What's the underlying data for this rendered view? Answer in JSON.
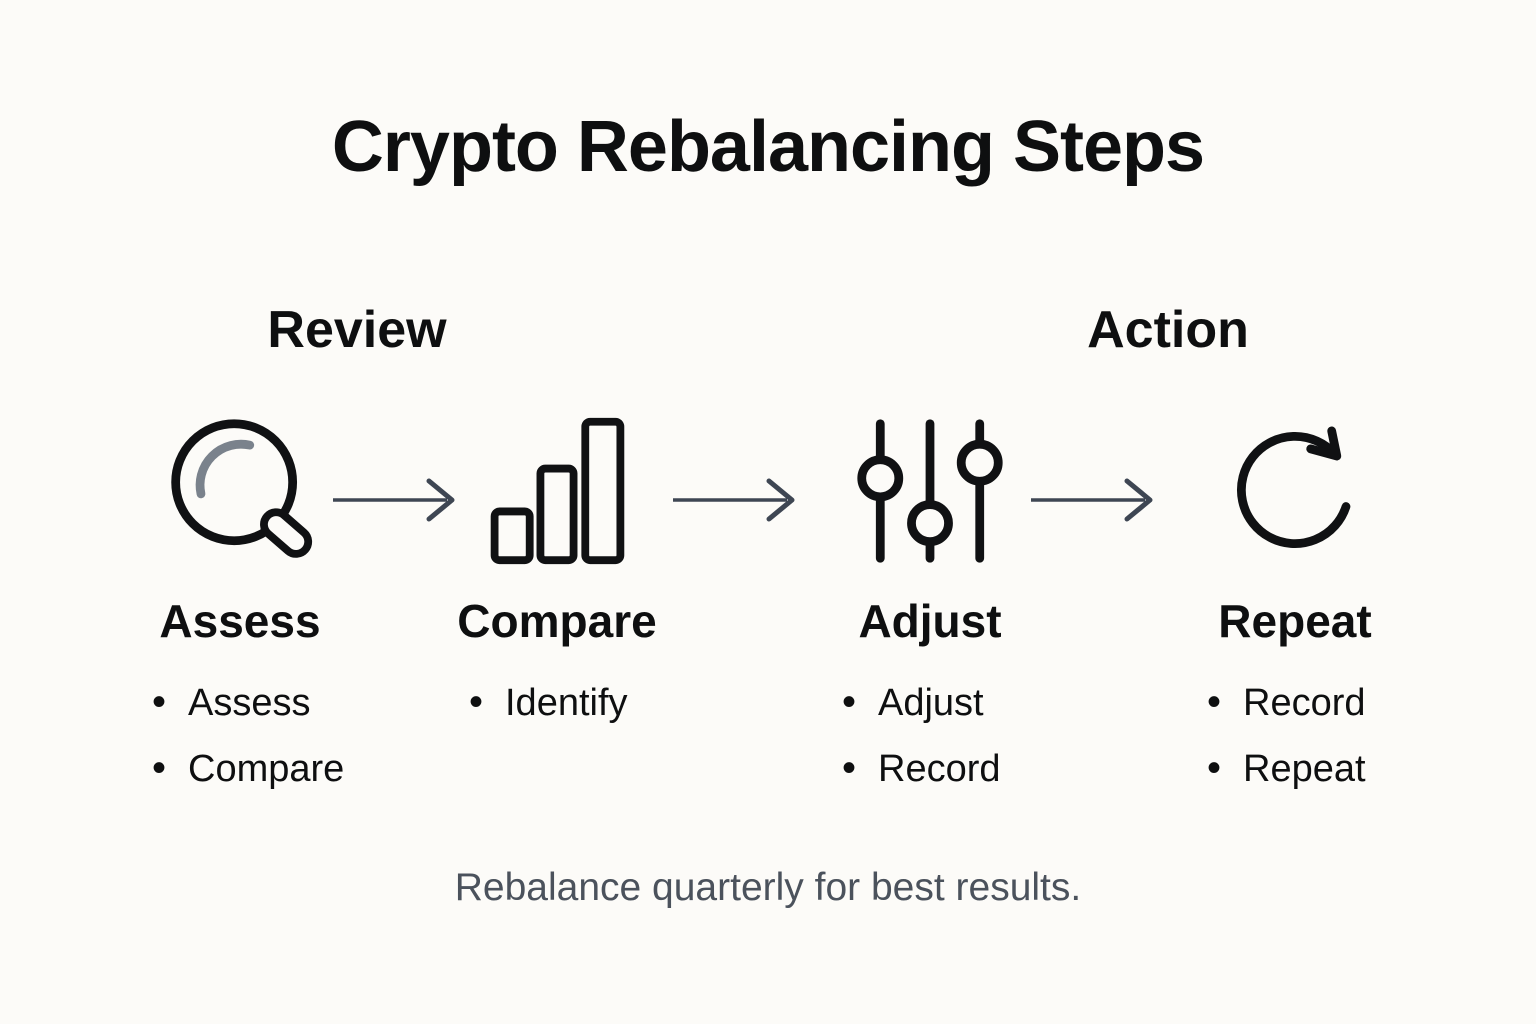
{
  "title": "Crypto Rebalancing Steps",
  "groups": [
    {
      "label": "Review"
    },
    {
      "label": "Action"
    }
  ],
  "steps": [
    {
      "label": "Assess",
      "icon": "magnifier-icon",
      "bullets": [
        "Assess",
        "Compare"
      ]
    },
    {
      "label": "Compare",
      "icon": "bar-chart-icon",
      "bullets": [
        "Identify"
      ]
    },
    {
      "label": "Adjust",
      "icon": "sliders-icon",
      "bullets": [
        "Adjust",
        "Record"
      ]
    },
    {
      "label": "Repeat",
      "icon": "repeat-icon",
      "bullets": [
        "Record",
        "Repeat"
      ]
    }
  ],
  "footer_note": "Rebalance quarterly for best results.",
  "colors": {
    "background": "#fcfbf8",
    "text": "#0e0f10",
    "arrow": "#3e4653",
    "footer_text": "#4b525c",
    "icon_stroke": "#101113",
    "magnifier_highlight": "#7a828c"
  }
}
